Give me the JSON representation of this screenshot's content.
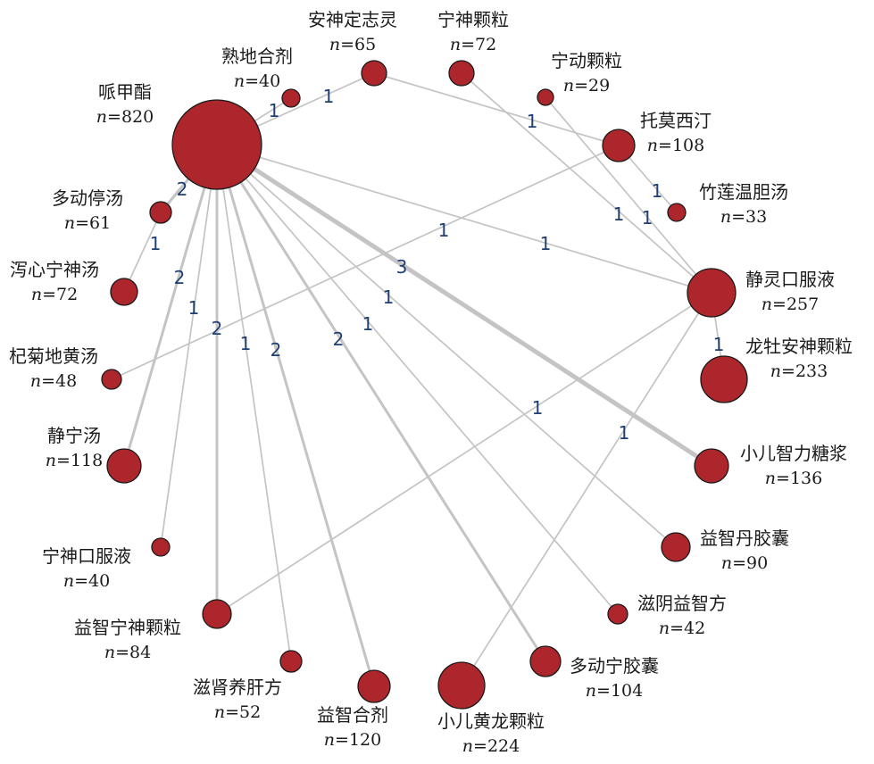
{
  "nodes": [
    {
      "id": "wind",
      "name": "哌甲酯",
      "n": "820"
    },
    {
      "id": "sdhj",
      "name": "熟地合剂",
      "n": "40"
    },
    {
      "id": "asdzl",
      "name": "安神定志灵",
      "n": "65"
    },
    {
      "id": "nskl",
      "name": "宁神颗粒",
      "n": "72"
    },
    {
      "id": "ndkl",
      "name": "宁动颗粒",
      "n": "29"
    },
    {
      "id": "tmxt",
      "name": "托莫西汀",
      "n": "108"
    },
    {
      "id": "zlwdt",
      "name": "竹莲温胆汤",
      "n": "33"
    },
    {
      "id": "jlkfy",
      "name": "静灵口服液",
      "n": "257"
    },
    {
      "id": "lmasj",
      "name": "龙牡安神颗粒",
      "n": "233"
    },
    {
      "id": "xezltj",
      "name": "小儿智力糖浆",
      "n": "136"
    },
    {
      "id": "yzdjn",
      "name": "益智丹胶囊",
      "n": "90"
    },
    {
      "id": "zyyzf",
      "name": "滋阴益智方",
      "n": "42"
    },
    {
      "id": "ddnjn",
      "name": "多动宁胶囊",
      "n": "104"
    },
    {
      "id": "xehlkl",
      "name": "小儿黄龙颗粒",
      "n": "224"
    },
    {
      "id": "yzhj",
      "name": "益智合剂",
      "n": "120"
    },
    {
      "id": "zsygf",
      "name": "滋肾养肝方",
      "n": "52"
    },
    {
      "id": "yznskl",
      "name": "益智宁神颗粒",
      "n": "84"
    },
    {
      "id": "nskfy",
      "name": "宁神口服液",
      "n": "40"
    },
    {
      "id": "jnt",
      "name": "静宁汤",
      "n": "118"
    },
    {
      "id": "jjdht",
      "name": "杞菊地黄汤",
      "n": "48"
    },
    {
      "id": "xxnst",
      "name": "泻心宁神汤",
      "n": "72"
    },
    {
      "id": "ddtt",
      "name": "多动停汤",
      "n": "61"
    }
  ],
  "edges": [
    {
      "from": "wind",
      "to": "sdhj",
      "label": "1",
      "w": 1
    },
    {
      "from": "wind",
      "to": "asdzl",
      "label": "1",
      "w": 1
    },
    {
      "from": "wind",
      "to": "ddtt",
      "label": "2",
      "w": 2
    },
    {
      "from": "wind",
      "to": "jlkfy",
      "label": "1",
      "w": 1
    },
    {
      "from": "wind",
      "to": "xezltj",
      "label": "3",
      "w": 3
    },
    {
      "from": "wind",
      "to": "yzdjn",
      "label": "1",
      "w": 1
    },
    {
      "from": "wind",
      "to": "zyyzf",
      "label": "1",
      "w": 1
    },
    {
      "from": "wind",
      "to": "ddnjn",
      "label": "2",
      "w": 2
    },
    {
      "from": "wind",
      "to": "yzhj",
      "label": "2",
      "w": 2
    },
    {
      "from": "wind",
      "to": "zsygf",
      "label": "1",
      "w": 1
    },
    {
      "from": "wind",
      "to": "yznskl",
      "label": "2",
      "w": 2
    },
    {
      "from": "wind",
      "to": "nskfy",
      "label": "1",
      "w": 1
    },
    {
      "from": "wind",
      "to": "jnt",
      "label": "2",
      "w": 2
    },
    {
      "from": "asdzl",
      "to": "tmxt",
      "label": "1",
      "w": 1
    },
    {
      "from": "nskl",
      "to": "jlkfy",
      "label": "1",
      "w": 1
    },
    {
      "from": "ndkl",
      "to": "jlkfy",
      "label": "1",
      "w": 1
    },
    {
      "from": "tmxt",
      "to": "zlwdt",
      "label": "1",
      "w": 1
    },
    {
      "from": "tmxt",
      "to": "jjdht",
      "label": "1",
      "w": 1
    },
    {
      "from": "jlkfy",
      "to": "lmasj",
      "label": "1",
      "w": 1
    },
    {
      "from": "jlkfy",
      "to": "yznskl",
      "label": "1",
      "w": 1
    },
    {
      "from": "jlkfy",
      "to": "xehlkl",
      "label": "1",
      "w": 1
    },
    {
      "from": "ddtt",
      "to": "xxnst",
      "label": "1",
      "w": 1
    }
  ],
  "colors": {
    "node": "#ac262c",
    "edge": "#c4c4c4",
    "edge_label": "#1f3f73"
  }
}
